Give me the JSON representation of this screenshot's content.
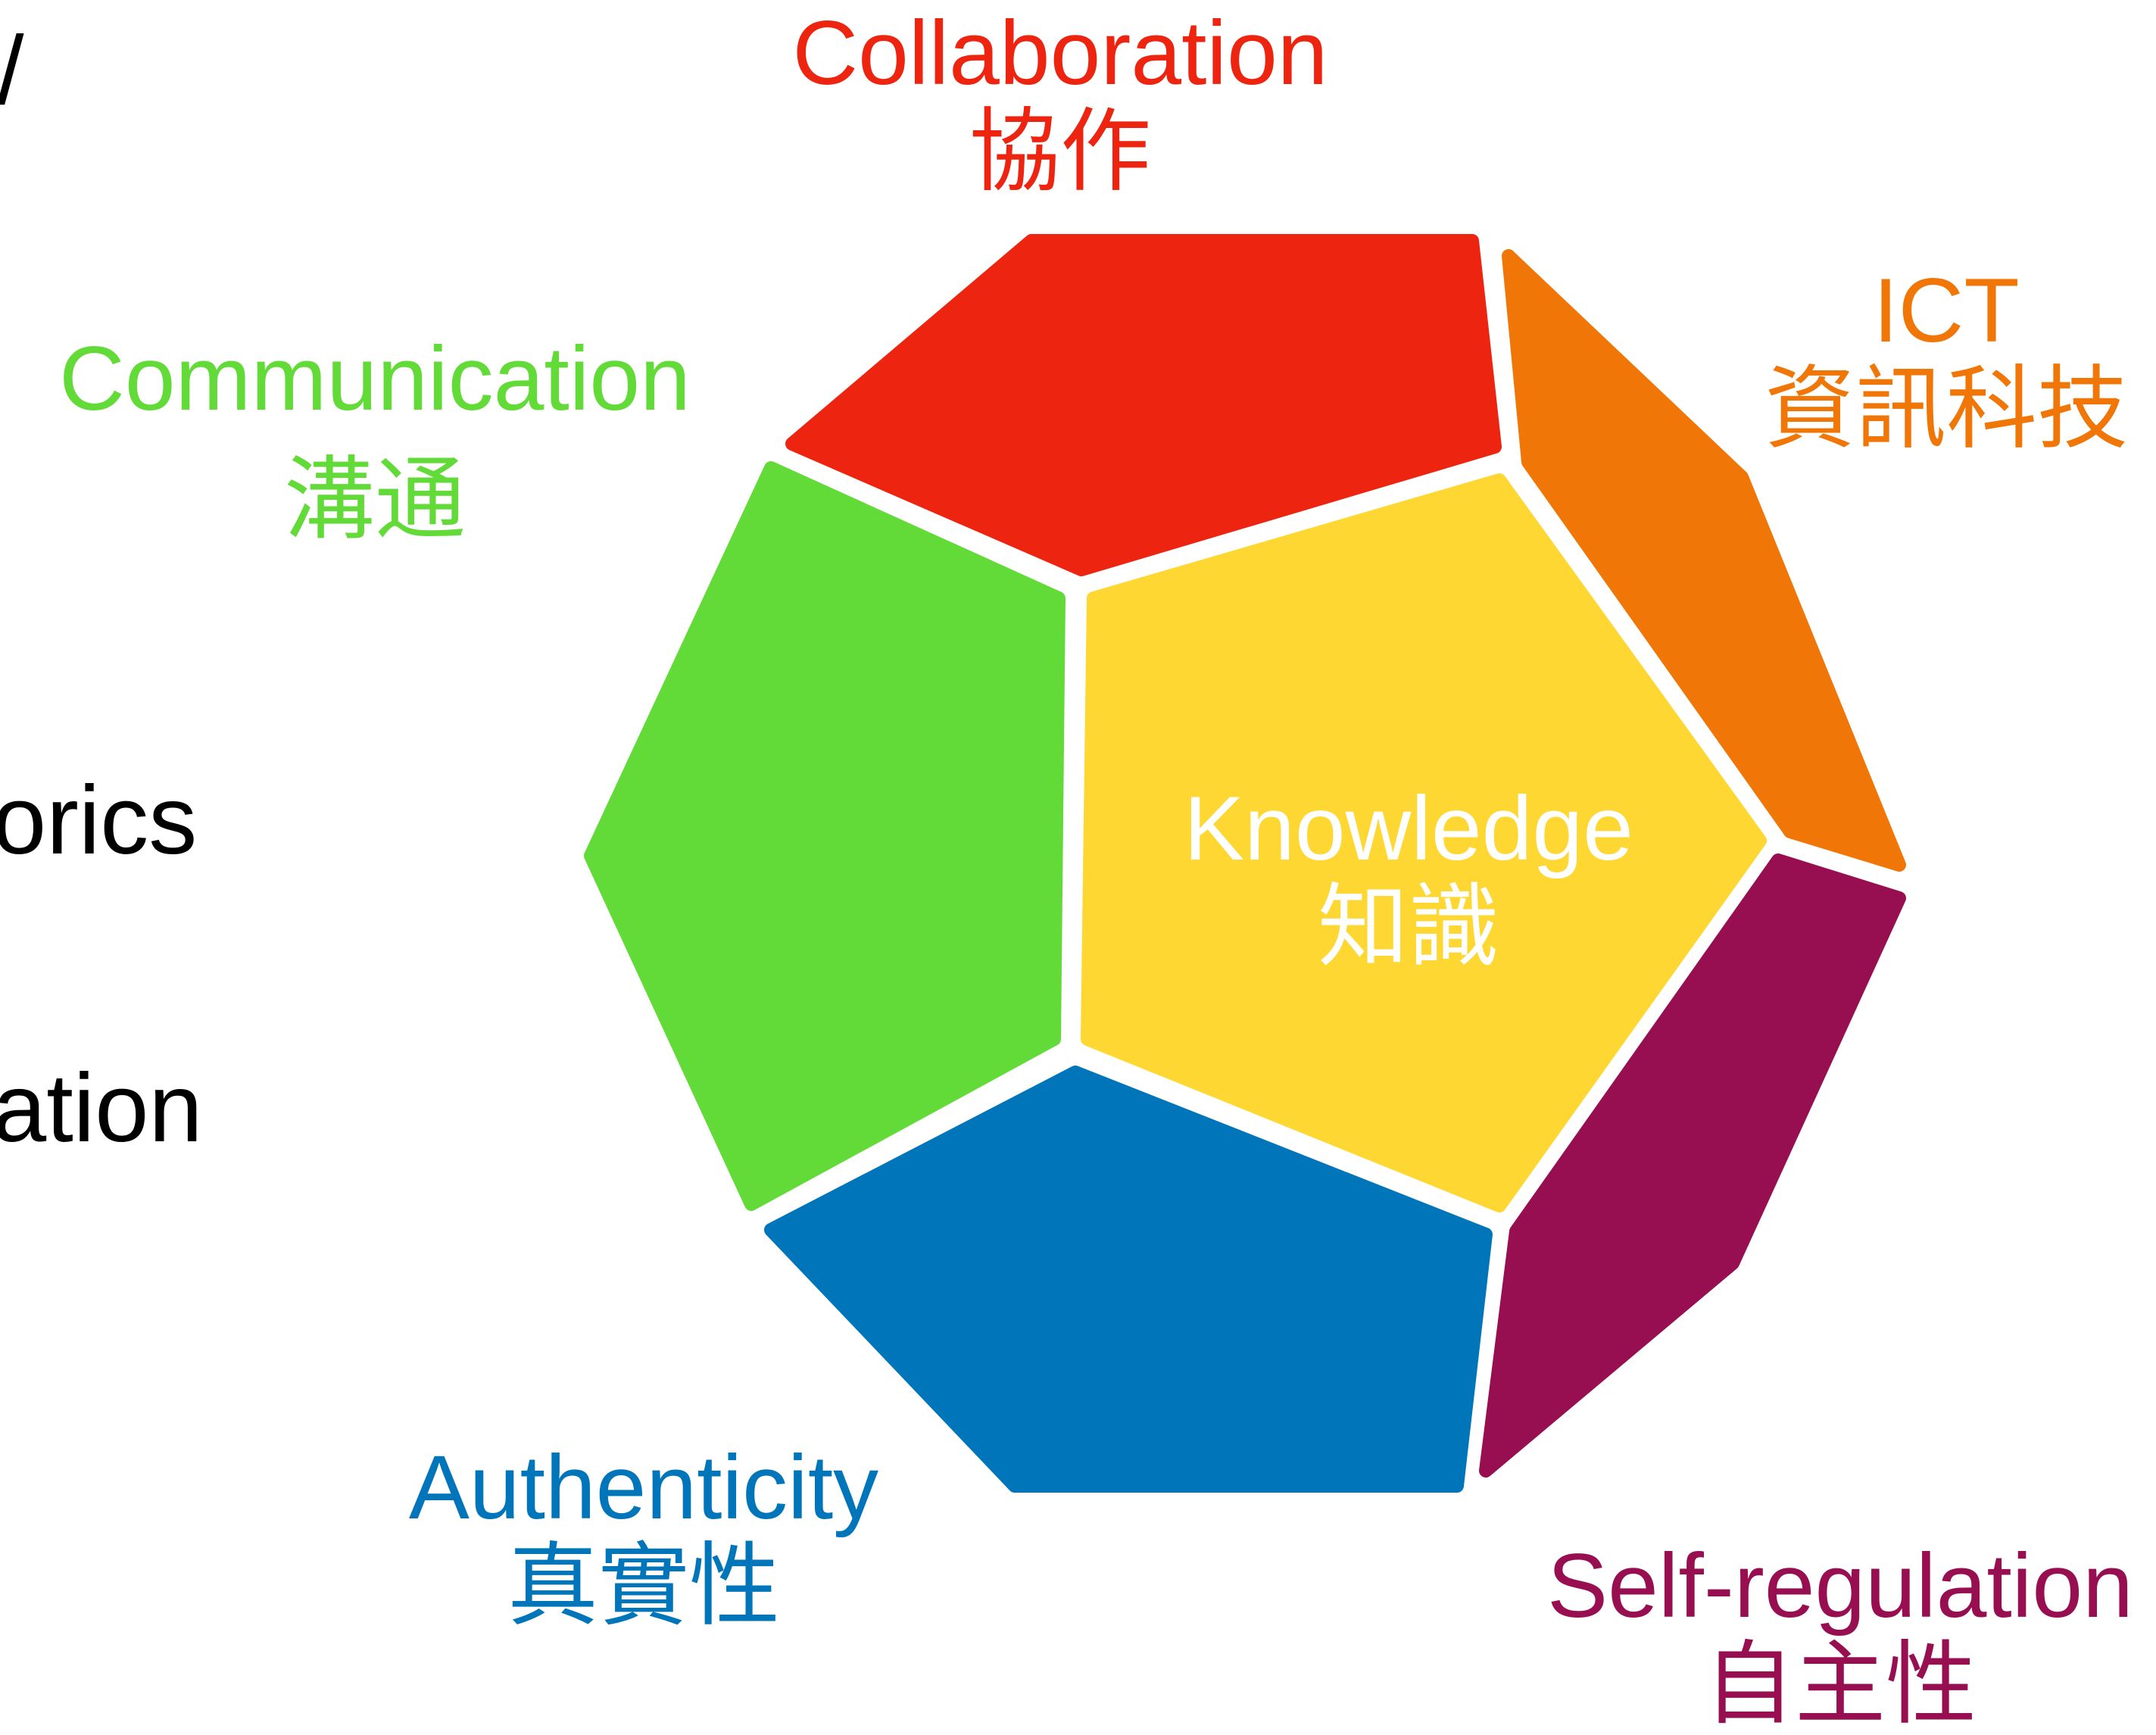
{
  "edge_text": {
    "top_char": "/",
    "middle": "orics",
    "lower": "ation"
  },
  "center": {
    "en": "Knowledge",
    "zh": "知識",
    "color": "#ffffff"
  },
  "segments": [
    {
      "key": "collaboration",
      "en": "Collaboration",
      "zh": "協作",
      "color": "#ec2410"
    },
    {
      "key": "ict",
      "en": "ICT",
      "zh": "資訊科技",
      "color": "#f07607"
    },
    {
      "key": "communication",
      "en": "Communication",
      "zh": "溝通",
      "color": "#62da38"
    },
    {
      "key": "authenticity",
      "en": "Authenticity",
      "zh": "真實性",
      "color": "#0075ba"
    },
    {
      "key": "self_regulation",
      "en": "Self-regulation",
      "zh": "自主性",
      "color": "#980f51"
    }
  ],
  "knowledge_fill": "#fed732"
}
